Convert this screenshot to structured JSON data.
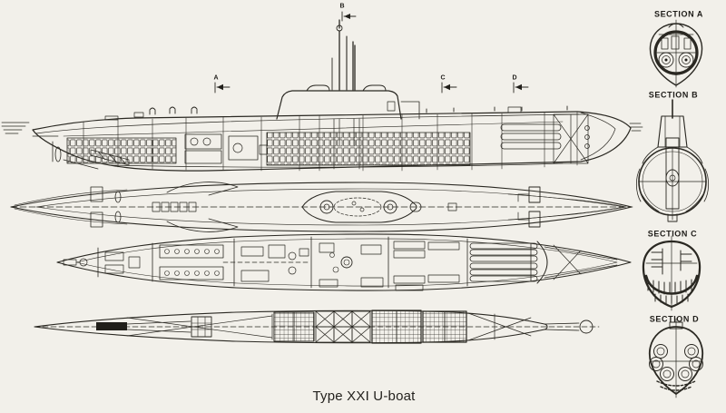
{
  "page": {
    "paper_color": "#f2f0ea",
    "ink_color": "#2a2822"
  },
  "caption": "Type XXI U-boat",
  "side_view": {
    "markers": [
      {
        "label": "A"
      },
      {
        "label": "B"
      },
      {
        "label": "C"
      },
      {
        "label": "D"
      }
    ]
  },
  "sections": [
    {
      "label": "SECTION A"
    },
    {
      "label": "SECTION B"
    },
    {
      "label": "SECTION C"
    },
    {
      "label": "SECTION D"
    }
  ]
}
